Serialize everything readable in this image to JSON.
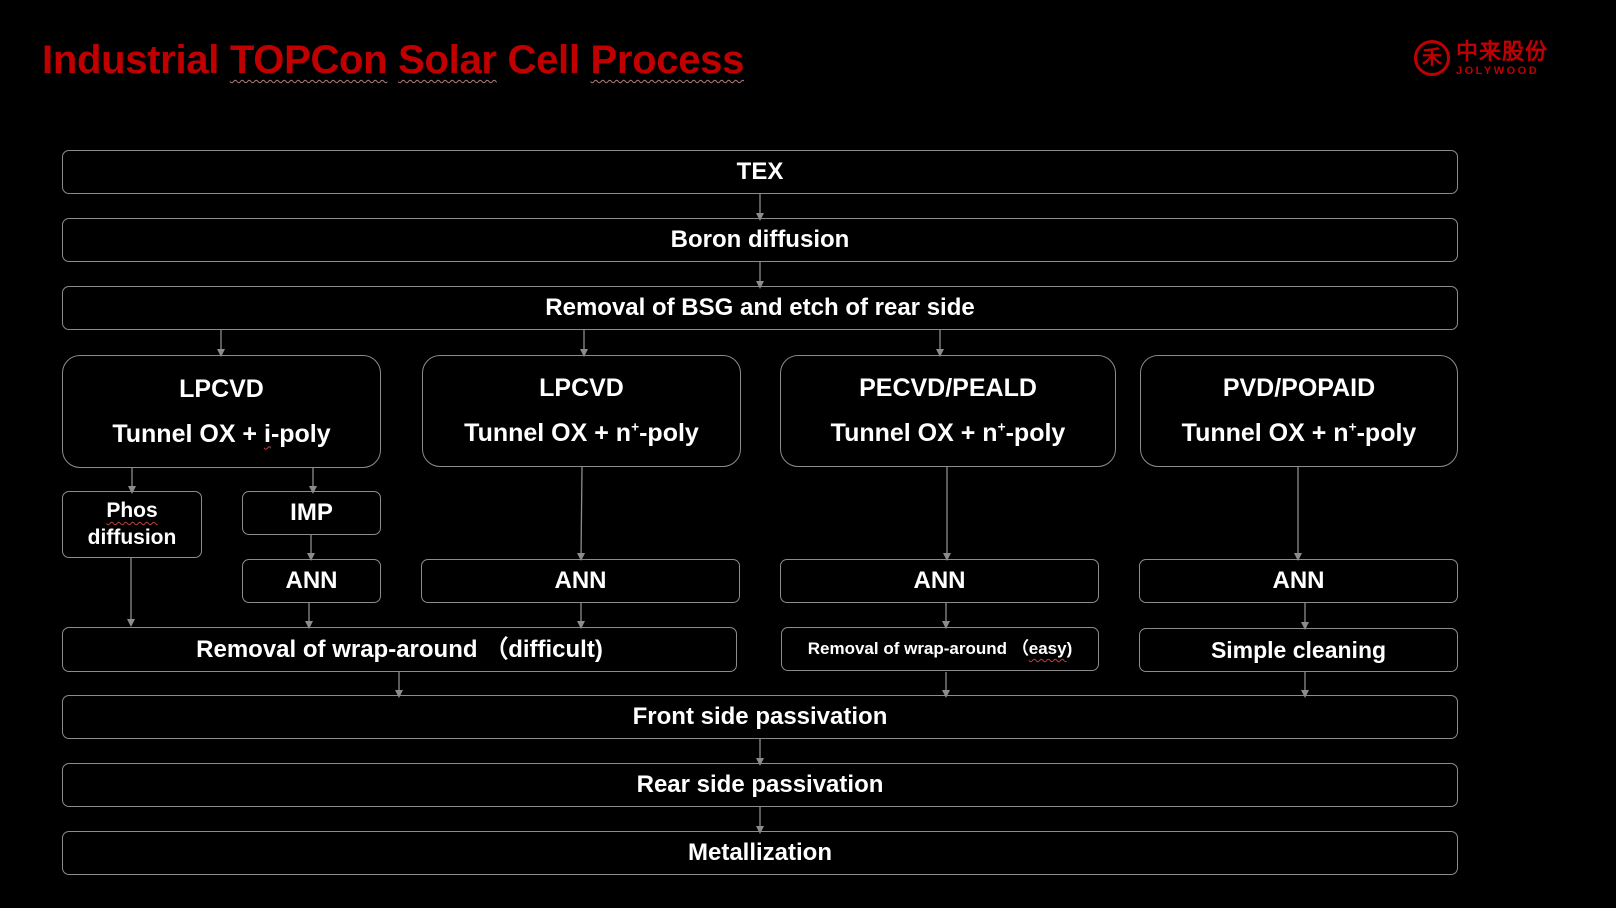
{
  "title": {
    "part1": "Industrial ",
    "part2": "TOPCon",
    "part3": " ",
    "part4": "Solar",
    "part5": " Cell ",
    "part6": "Process"
  },
  "logo": {
    "mark_glyph": "禾",
    "cn_text": "中来股份",
    "en_text": "JOLYWOOD"
  },
  "colors": {
    "title": "#c00000",
    "border": "#8c8c8c",
    "arrow": "#8c8c8c",
    "background": "#000000"
  },
  "steps": {
    "tex": "TEX",
    "boron": "Boron diffusion",
    "bsg": "Removal of BSG and etch of rear side",
    "front_pass": "Front side passivation",
    "rear_pass": "Rear side passivation",
    "metal": "Metallization"
  },
  "branches": [
    {
      "process": "LPCVD",
      "layer_pre": "Tunnel OX + ",
      "layer_mid": "i",
      "layer_post": "-poly"
    },
    {
      "process": "LPCVD",
      "layer_pre": "Tunnel OX + n",
      "layer_sup": "+",
      "layer_post": "-poly"
    },
    {
      "process": "PECVD/PEALD",
      "layer_pre": "Tunnel OX + n",
      "layer_sup": "+",
      "layer_post": "-poly"
    },
    {
      "process": "PVD/POPAID",
      "layer_pre": "Tunnel OX + n",
      "layer_sup": "+",
      "layer_post": "-poly"
    }
  ],
  "sub": {
    "phos_line1": "Phos",
    "phos_line2": "diffusion",
    "imp": "IMP",
    "ann1": "ANN",
    "ann2": "ANN",
    "ann3": "ANN",
    "ann4": "ANN"
  },
  "wrap": {
    "difficult": "Removal of wrap-around （difficult)",
    "easy_pre": "Removal of wrap-around （",
    "easy_word": "easy",
    "easy_post": ")",
    "simple": "Simple cleaning"
  }
}
